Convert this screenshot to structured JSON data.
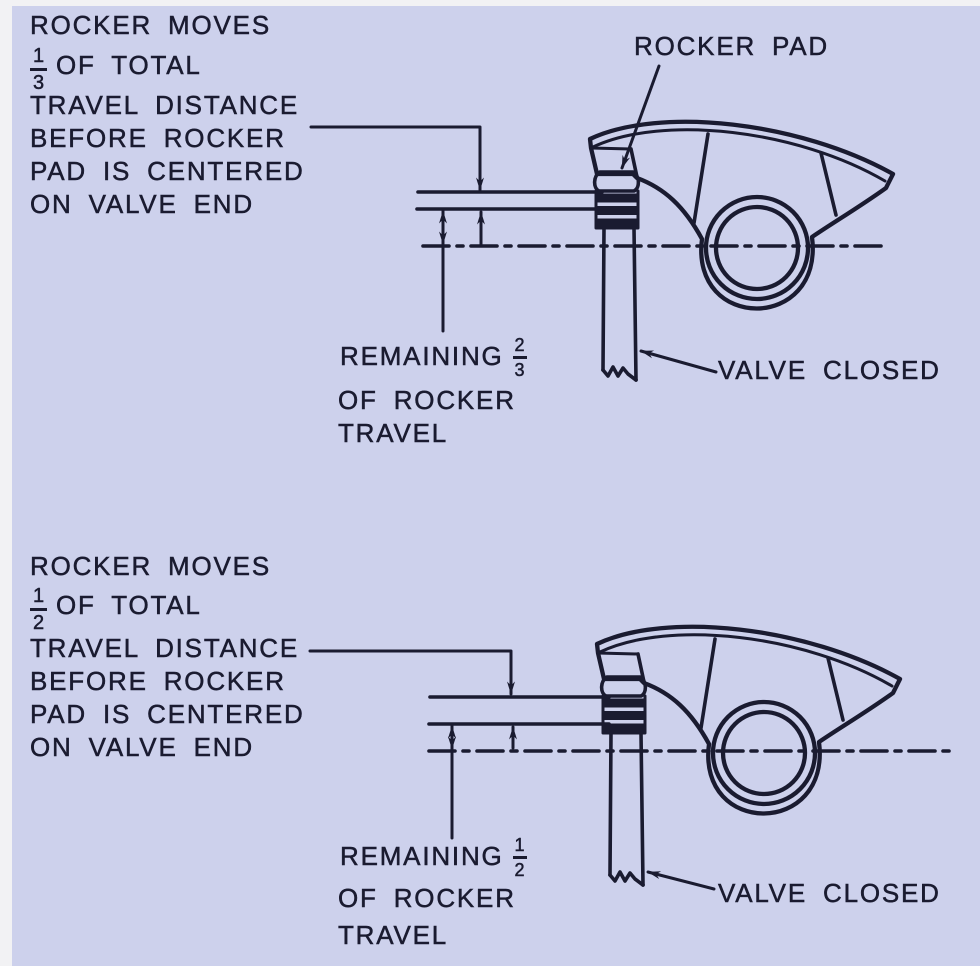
{
  "page": {
    "colors": {
      "background": "#cdd1ec",
      "ink": "#1a1b30",
      "margin": "#f2f2f4"
    }
  },
  "diagrams": [
    {
      "caption": {
        "line1": "ROCKER MOVES",
        "fraction": {
          "numerator": "1",
          "denominator": "3"
        },
        "line2_after_fraction": "OF TOTAL",
        "line3": "TRAVEL DISTANCE",
        "line4": "BEFORE ROCKER",
        "line5": "PAD IS CENTERED",
        "line6": "ON VALVE END"
      },
      "rocker_pad_label": "ROCKER PAD",
      "remaining": {
        "word": "REMAINING",
        "fraction": {
          "numerator": "2",
          "denominator": "3"
        },
        "line2": "OF ROCKER",
        "line3": "TRAVEL"
      },
      "valve_label": "VALVE CLOSED"
    },
    {
      "caption": {
        "line1": "ROCKER MOVES",
        "fraction": {
          "numerator": "1",
          "denominator": "2"
        },
        "line2_after_fraction": "OF TOTAL",
        "line3": "TRAVEL DISTANCE",
        "line4": "BEFORE ROCKER",
        "line5": "PAD IS CENTERED",
        "line6": "ON VALVE END"
      },
      "remaining": {
        "word": "REMAINING",
        "fraction": {
          "numerator": "1",
          "denominator": "2"
        },
        "line2": "OF ROCKER",
        "line3": "TRAVEL"
      },
      "valve_label": "VALVE CLOSED"
    }
  ]
}
